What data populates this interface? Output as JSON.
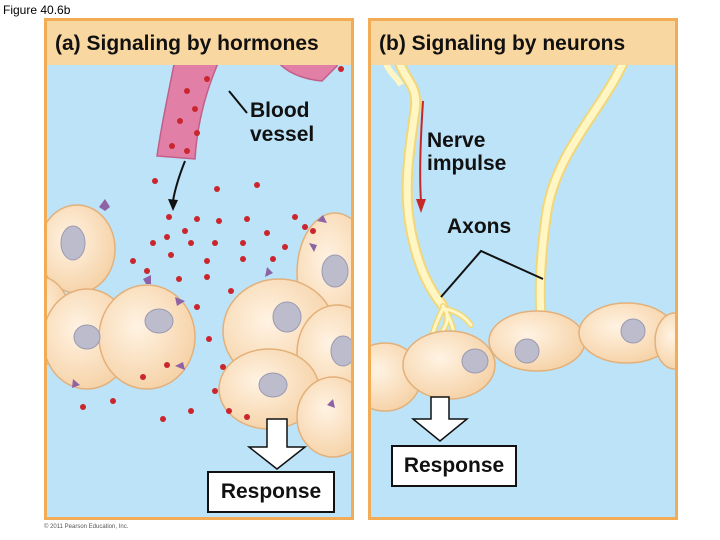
{
  "figure_caption": "Figure 40.6b",
  "copyright": "© 2011 Pearson Education, Inc.",
  "panel_a": {
    "title": "(a) Signaling by hormones",
    "blood_vessel_label_line1": "Blood",
    "blood_vessel_label_line2": "vessel",
    "response_label": "Response"
  },
  "panel_b": {
    "title": "(b) Signaling by neurons",
    "nerve_impulse_label_line1": "Nerve",
    "nerve_impulse_label_line2": "impulse",
    "axons_label": "Axons",
    "response_label": "Response"
  },
  "colors": {
    "panel_border": "#f2ac56",
    "panel_header": "#f9d7a0",
    "background": "#bce3f7",
    "cell_fill": "#fbe3c6",
    "nucleus_fill": "#bcbccd",
    "hormone_dot": "#c9262e",
    "blood_vessel": "#e27fa7",
    "receptor": "#8e63a6",
    "axon": "#fff6c4",
    "impulse_arrow": "#c62828"
  }
}
